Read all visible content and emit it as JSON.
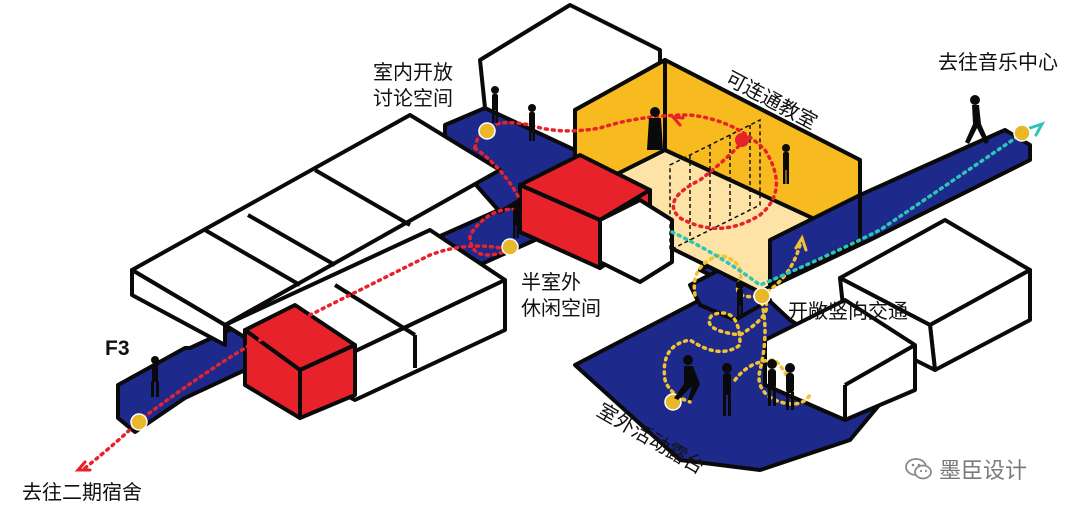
{
  "floor_label": "F3",
  "labels": {
    "indoor_discussion_line1": "室内开放",
    "indoor_discussion_line2": "讨论空间",
    "connected_classroom": "可连通教室",
    "to_music_center": "去往音乐中心",
    "semi_outdoor_line1": "半室外",
    "semi_outdoor_line2": "休闲空间",
    "open_vertical_circulation": "开敞竖向交通",
    "outdoor_terrace": "室外活动露台",
    "to_dorm_phase2": "去往二期宿舍"
  },
  "watermark": {
    "text": "墨臣设计",
    "icon": "wechat-icon"
  },
  "colors": {
    "corridor_blue": "#1d2a8c",
    "classroom_yellow": "#f7bb1f",
    "classroom_light": "#fde3a6",
    "block_red": "#e8222b",
    "path_red": "#e8222b",
    "path_yellow": "#f2c230",
    "path_teal": "#2ec4b6",
    "node_gold": "#e8b82a",
    "outline": "#0a0a0a"
  }
}
